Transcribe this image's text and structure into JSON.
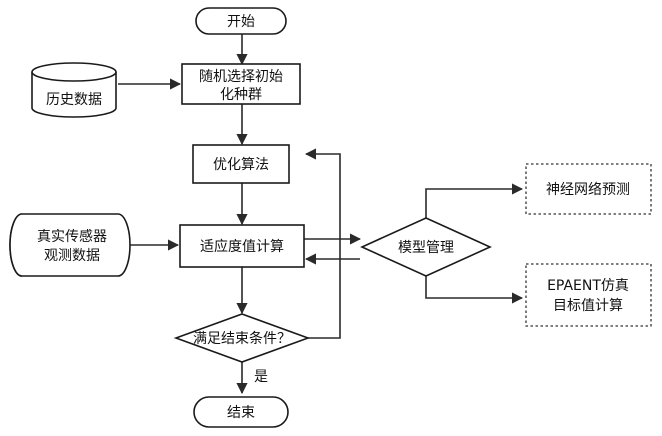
{
  "nodes": {
    "start": "开始",
    "init_population": [
      "随机选择初始",
      "化种群"
    ],
    "history_data": "历史数据",
    "optimization": "优化算法",
    "sensor_data": [
      "真实传感器",
      "观测数据"
    ],
    "fitness": "适应度值计算",
    "model_management": "模型管理",
    "neural_network": "神经网络预测",
    "epanet": [
      "EPAENT仿真",
      "目标值计算"
    ],
    "condition": "满足结束条件？",
    "end": "结束"
  },
  "edges": {
    "yes_label": "是"
  }
}
